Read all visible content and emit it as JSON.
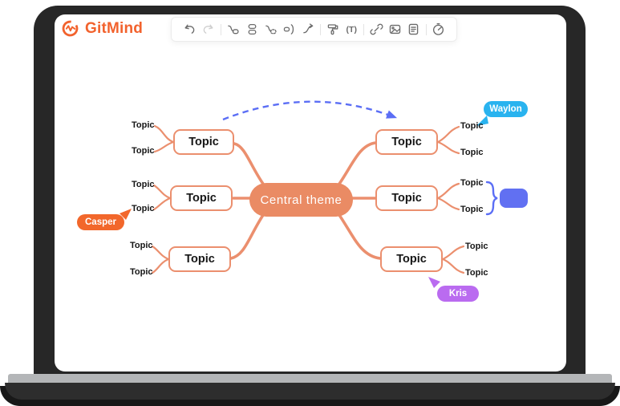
{
  "brand": {
    "name": "GitMind"
  },
  "toolbar": {
    "text_tool_label": "(T)",
    "icons": [
      {
        "name": "undo",
        "enabled": true
      },
      {
        "name": "redo",
        "enabled": false
      },
      {
        "name": "insert-child-topic",
        "enabled": true
      },
      {
        "name": "insert-sibling-topic",
        "enabled": true
      },
      {
        "name": "insert-floating-topic",
        "enabled": true
      },
      {
        "name": "summary",
        "enabled": true
      },
      {
        "name": "relationship",
        "enabled": true
      },
      {
        "name": "format-painter",
        "enabled": true
      },
      {
        "name": "text-tool",
        "enabled": true
      },
      {
        "name": "insert-link",
        "enabled": true
      },
      {
        "name": "insert-image",
        "enabled": true
      },
      {
        "name": "insert-note",
        "enabled": true
      },
      {
        "name": "timer",
        "enabled": true
      }
    ]
  },
  "mindmap": {
    "central": {
      "label": "Central theme"
    },
    "branches": [
      {
        "id": "left-top",
        "label": "Topic",
        "subtopics": [
          "Topic",
          "Topic"
        ]
      },
      {
        "id": "left-middle",
        "label": "Topic",
        "subtopics": [
          "Topic",
          "Topic"
        ]
      },
      {
        "id": "left-bottom",
        "label": "Topic",
        "subtopics": [
          "Topic",
          "Topic"
        ]
      },
      {
        "id": "right-top",
        "label": "Topic",
        "subtopics": [
          "Topic",
          "Topic"
        ]
      },
      {
        "id": "right-middle",
        "label": "Topic",
        "subtopics": [
          "Topic",
          "Topic"
        ]
      },
      {
        "id": "right-bottom",
        "label": "Topic",
        "subtopics": [
          "Topic",
          "Topic"
        ]
      }
    ],
    "collaborators": [
      {
        "name": "Waylon",
        "color": "#29b3ef"
      },
      {
        "name": "Casper",
        "color": "#f2672b"
      },
      {
        "name": "Kris",
        "color": "#ba6bf0"
      }
    ]
  },
  "colors": {
    "brand_orange": "#f2622d",
    "central_fill": "#ea8b64",
    "branch_line": "#eb8f6e",
    "relationship_line": "#5b6ef5",
    "summary_fill": "#6170f2",
    "toolbar_icon": "#6b6b6b",
    "laptop_body": "#2d2d2d",
    "hinge_gray": "#b4b6b8"
  }
}
